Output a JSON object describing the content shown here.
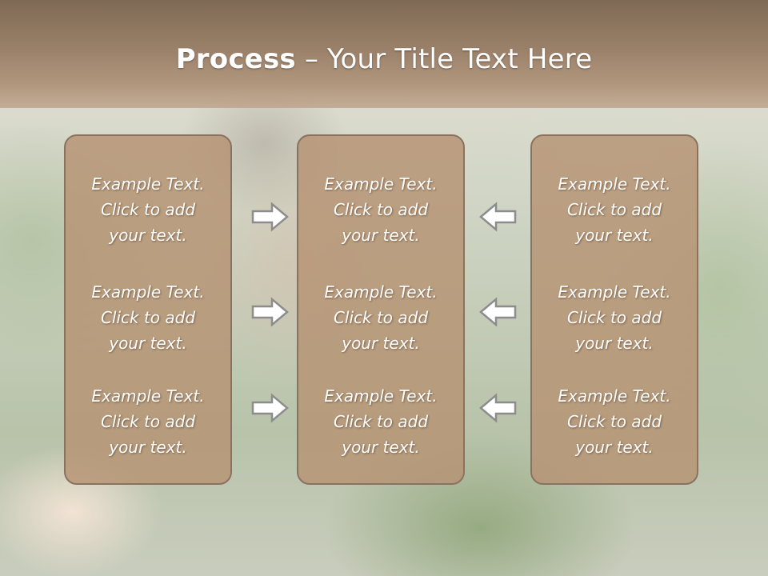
{
  "slide": {
    "title_bold": "Process",
    "title_rest": " – Your Title Text Here"
  },
  "columns": [
    {
      "cells": [
        [
          "Example Text.",
          "Click  to add",
          "your text."
        ],
        [
          "Example Text.",
          "Click  to add",
          "your text."
        ],
        [
          "Example Text.",
          "Click  to add",
          "your text."
        ]
      ]
    },
    {
      "cells": [
        [
          "Example Text.",
          "Click  to add",
          "your text."
        ],
        [
          "Example Text.",
          "Click  to add",
          "your text."
        ],
        [
          "Example Text.",
          "Click  to add",
          "your text."
        ]
      ]
    },
    {
      "cells": [
        [
          "Example Text.",
          "Click  to add",
          "your text."
        ],
        [
          "Example Text.",
          "Click  to add",
          "your text."
        ],
        [
          "Example Text.",
          "Click  to add",
          "your text."
        ]
      ]
    }
  ],
  "arrows": {
    "left_group": [
      "arrow-right-icon",
      "arrow-right-icon",
      "arrow-right-icon"
    ],
    "right_group": [
      "arrow-left-icon",
      "arrow-left-icon",
      "arrow-left-icon"
    ]
  },
  "colors": {
    "title_band": "#9a8068",
    "box_fill": "#b69273",
    "box_border": "#8a7260",
    "text": "#ffffff"
  }
}
